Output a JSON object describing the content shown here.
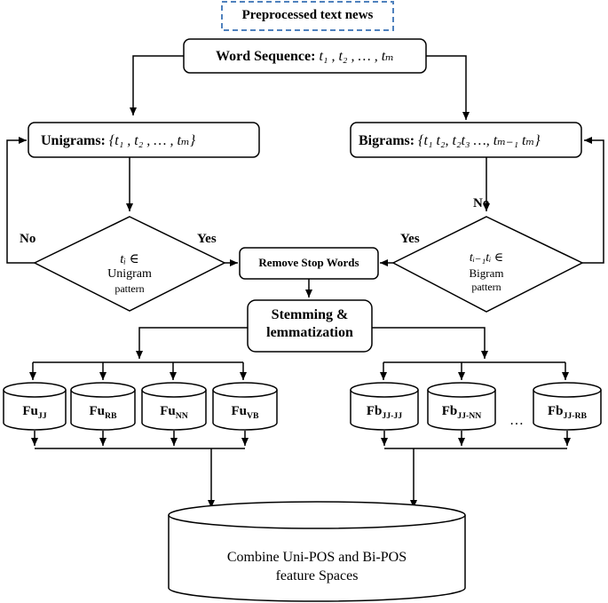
{
  "header": {
    "text": "Preprocessed text news"
  },
  "word_sequence": {
    "label": "Word Sequence:",
    "formula": "t₁ , t₂ , … , tₘ"
  },
  "unigrams": {
    "label": "Unigrams:",
    "formula": "{t₁ , t₂ , … , tₘ}"
  },
  "bigrams": {
    "label": "Bigrams:",
    "formula": "{t₁ t₂, t₂t₃ …, tₘ₋₁ tₘ}"
  },
  "decision_uni": {
    "symbol": "tᵢ ∈",
    "line1": "Unigram",
    "line2": "pattern"
  },
  "decision_bi": {
    "symbol": "tᵢ₋₁tᵢ ∈",
    "line1": "Bigram",
    "line2": "pattern"
  },
  "labels": {
    "no_left": "No",
    "yes_left": "Yes",
    "yes_right": "Yes",
    "no_right": "No"
  },
  "remove_stop_words": "Remove Stop Words",
  "stemming": {
    "line1": "Stemming &",
    "line2": "lemmatization"
  },
  "uni_features": [
    {
      "base": "Fu",
      "sub": "JJ"
    },
    {
      "base": "Fu",
      "sub": "RB"
    },
    {
      "base": "Fu",
      "sub": "NN"
    },
    {
      "base": "Fu",
      "sub": "VB"
    }
  ],
  "bi_features": [
    {
      "base": "Fb",
      "sub": "JJ-JJ"
    },
    {
      "base": "Fb",
      "sub": "JJ-NN"
    },
    {
      "base": "Fb",
      "sub": "JJ-RB"
    }
  ],
  "ellipsis": "…",
  "combine": {
    "line1": "Combine Uni-POS and Bi-POS",
    "line2": "feature Spaces"
  }
}
